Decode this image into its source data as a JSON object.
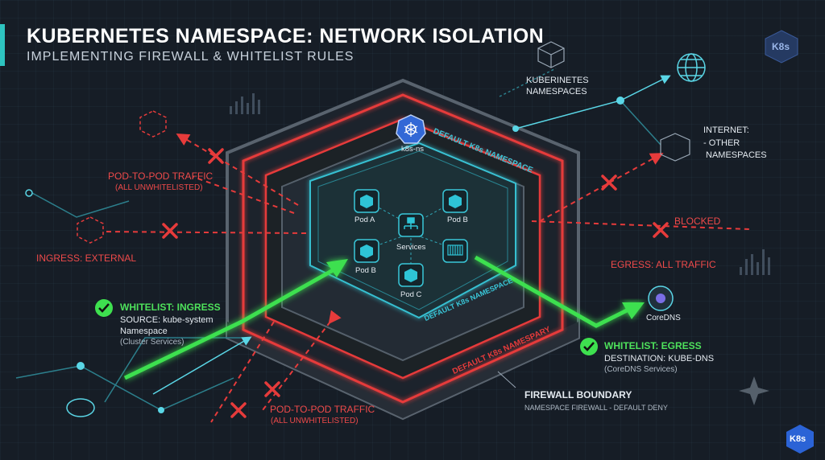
{
  "header": {
    "title": "KUBERNETES NAMESPACE: NETWORK ISOLATION",
    "subtitle": "IMPLEMENTING FIREWALL & WHITELIST RULES"
  },
  "badges": {
    "top_right": "K8s",
    "bottom_right": "K8s"
  },
  "left_labels": {
    "pod_to_pod_top": "POD-TO-POD TRAFFIC",
    "pod_to_pod_top_sub": "(ALL UNWHITELISTED)",
    "ingress_external": "INGRESS: EXTERNAL"
  },
  "whitelist_ingress": {
    "title": "WHITELIST: INGRESS",
    "line1": "SOURCE: kube-system",
    "line2": "Namespace",
    "line3": "(Cluster Services)"
  },
  "bottom_labels": {
    "pod_to_pod_bottom": "POD-TO-POD TRAFFIC",
    "pod_to_pod_bottom_sub": "(ALL UNWHITELISTED)",
    "firewall_title": "FIREWALL BOUNDARY",
    "firewall_sub": "NAMESPACE FIREWALL - DEFAULT DENY"
  },
  "right_labels": {
    "kube_namespaces_1": "KUBERINETES",
    "kube_namespaces_2": "NAMESPACES",
    "internet_1": "INTERNET:",
    "internet_2": "- OTHER",
    "internet_3": "NAMESPACES",
    "blocked": "BLOCKED",
    "egress_all": "EGRESS: ALL TRAFFIC",
    "coredns": "CoreDNS"
  },
  "whitelist_egress": {
    "title": "WHITELIST: EGRESS",
    "line1": "DESTINATION: KUBE-DNS",
    "line2": "(CoreDNS Services)"
  },
  "namespace": {
    "k8s_ns": "k8s-ns",
    "tag_top": "DEFAULT K8s NAMESPACE",
    "tag_inner": "DEFAULT K8s NAMESPACE",
    "tag_outer": "DEFAULT K8s NAMESPARY",
    "pods": {
      "pod_a": "Pod A",
      "pod_b_top": "Pod B",
      "pod_b_left": "Pod B",
      "services": "Services",
      "pod_c": "Pod C"
    }
  },
  "colors": {
    "background": "#161d26",
    "blocked_red": "#e63b3b",
    "whitelist_green": "#3ee04f",
    "namespace_cyan": "#39c7d9",
    "title_accent": "#2ec4c0"
  }
}
